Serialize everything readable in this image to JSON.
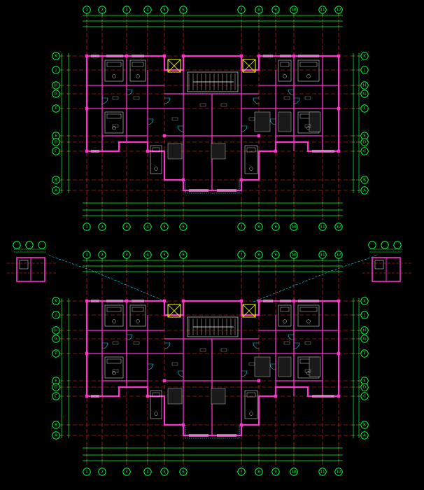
{
  "drawing": {
    "colors": {
      "background": "#000000",
      "grid": "#00ff3c",
      "axis": "#ff2a2a",
      "wall": "#ff33cc",
      "line": "#ffffff",
      "accent": "#ffff00",
      "dimension": "#00e5ff"
    },
    "plans": [
      {
        "id": "upper-plan",
        "title": "",
        "axis_top": [
          "1",
          "2",
          "3",
          "4",
          "5",
          "6",
          "7",
          "8",
          "9",
          "10",
          "11",
          "12"
        ],
        "axis_side": [
          "K",
          "J",
          "H",
          "G",
          "F",
          "E",
          "D",
          "C",
          "B",
          "A"
        ]
      },
      {
        "id": "lower-plan",
        "title": "",
        "axis_top": [
          "1",
          "2",
          "3",
          "4",
          "5",
          "6",
          "7",
          "8",
          "9",
          "10",
          "11",
          "12"
        ],
        "axis_side": [
          "K",
          "J",
          "H",
          "G",
          "F",
          "E",
          "D",
          "C",
          "B",
          "A"
        ]
      }
    ],
    "details": [
      {
        "id": "detail-left",
        "title": ""
      },
      {
        "id": "detail-right",
        "title": ""
      }
    ],
    "notes": []
  }
}
